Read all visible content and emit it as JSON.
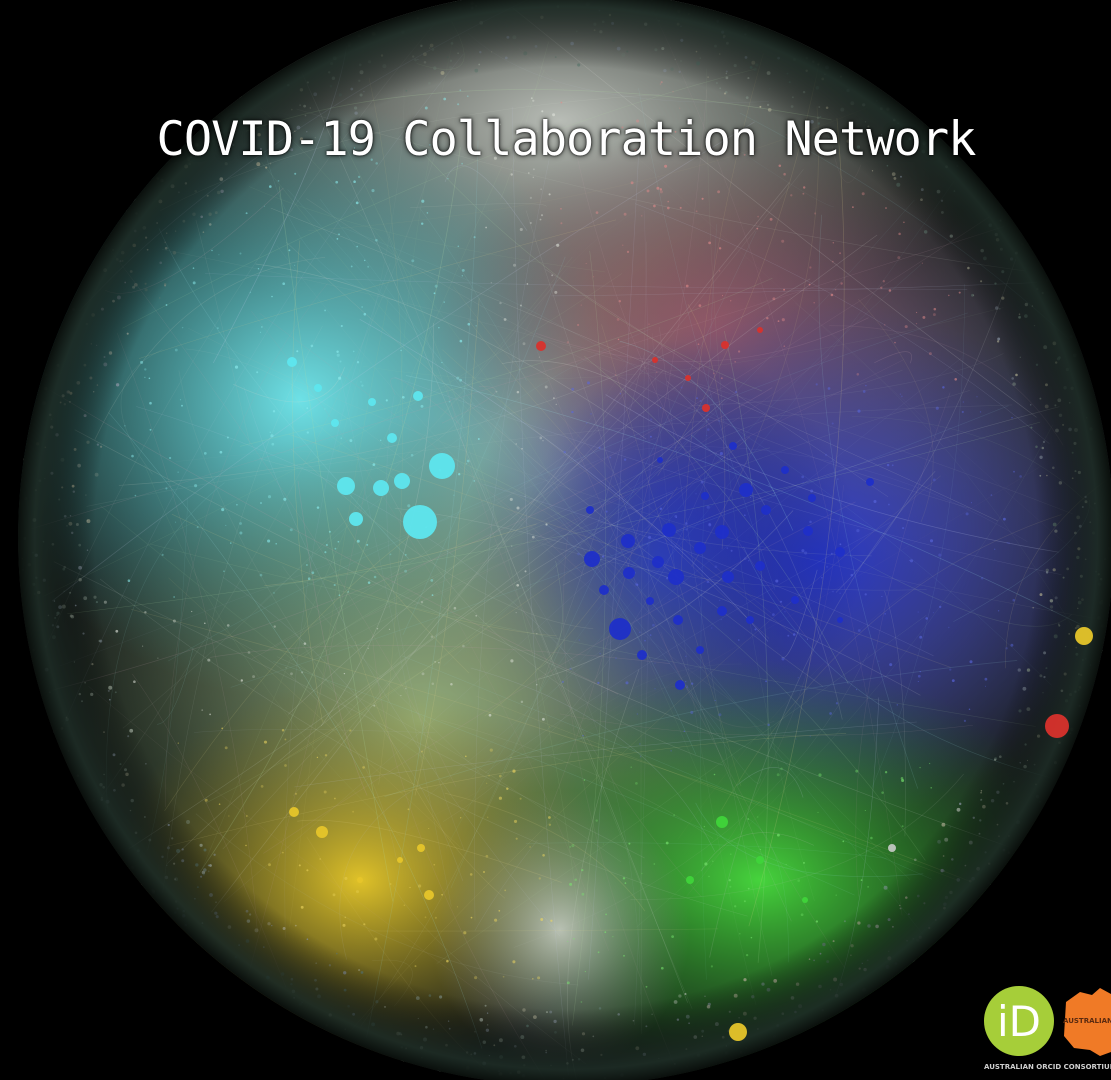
{
  "title": "COVID-19 Collaboration Network",
  "logo": {
    "orcid_badge_text": "iD",
    "australia_mark_word": "AUSTRALIAN",
    "consortium_caption": "AUSTRALIAN ORCID CONSORTIUM"
  },
  "colors": {
    "background": "#000000",
    "cyan_cluster": "#5ee6ee",
    "blue_cluster": "#1f2fc8",
    "red_cluster": "#d8322c",
    "green_cluster": "#3fd43a",
    "yellow_cluster": "#e6c52a",
    "orcid_green": "#a6ce39",
    "orange_logo": "#f07a26"
  }
}
